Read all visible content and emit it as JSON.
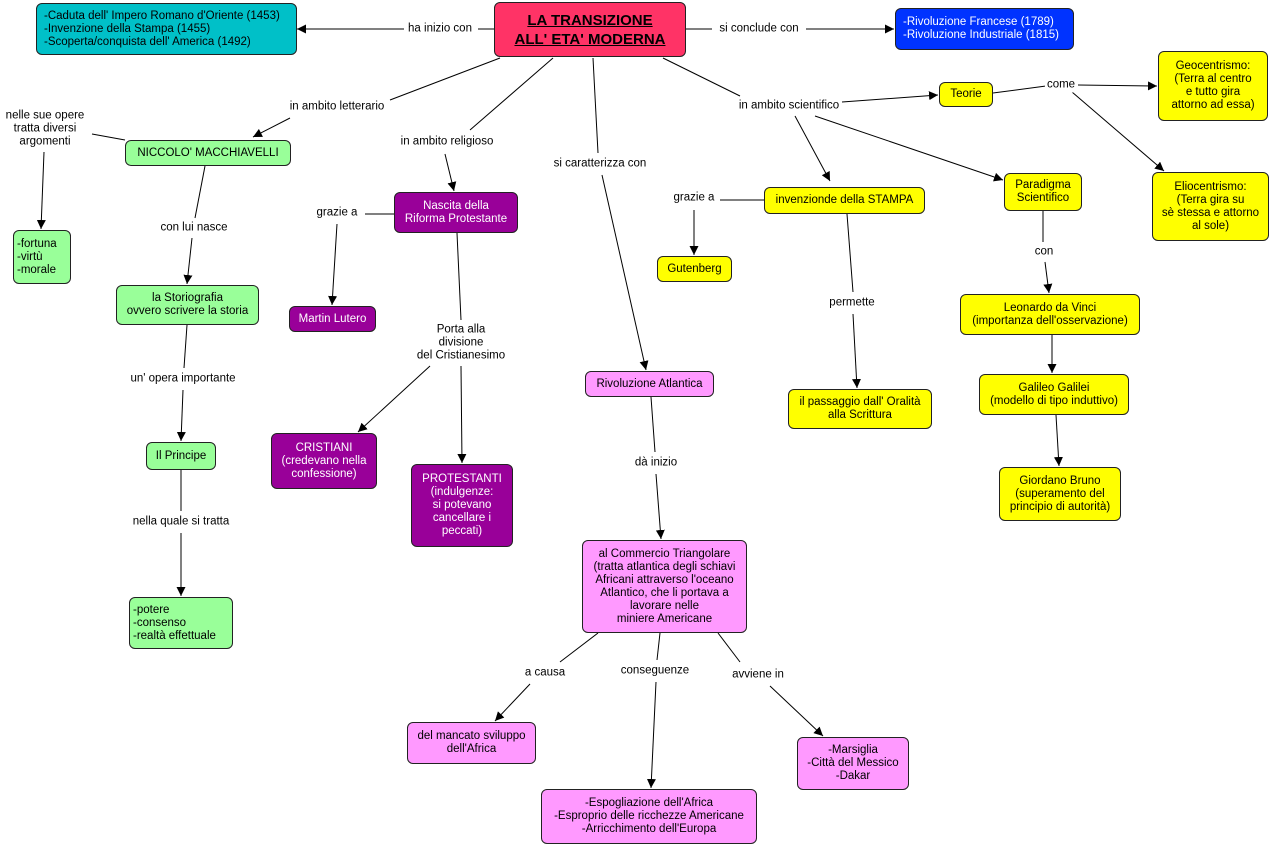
{
  "colors": {
    "title": "#FF3366",
    "teal": "#00C0C8",
    "blue": "#0033FF",
    "green": "#99FF99",
    "purple": "#990099",
    "pink": "#FF99FF",
    "yellow": "#FFFF00"
  },
  "nodes": {
    "title": "LA TRANSIZIONE\nALL' ETA' MODERNA",
    "inizio": "-Caduta dell' Impero Romano d'Oriente (1453)\n-Invenzione della Stampa (1455)\n-Scoperta/conquista dell' America (1492)",
    "fine": "-Rivoluzione Francese (1789)\n-Rivoluzione Industriale (1815)",
    "macchiavelli": "NICCOLO' MACCHIAVELLI",
    "argomenti": "-fortuna\n-virtù\n-morale",
    "storiografia": "la Storiografia\novvero scrivere la storia",
    "principe": "Il Principe",
    "potere": "-potere\n-consenso\n-realtà effettuale",
    "riforma": "Nascita della\nRiforma Protestante",
    "lutero": "Martin Lutero",
    "cristiani": "CRISTIANI\n(credevano nella\nconfessione)",
    "protestanti": "PROTESTANTI\n(indulgenze:\nsi potevano\ncancellare i\npeccati)",
    "atlantica": "Rivoluzione Atlantica",
    "commercio": "al Commercio Triangolare\n(tratta atlantica degli schiavi\nAfricani attraverso l'oceano\nAtlantico, che li portava a\nlavorare nelle\nminiere Americane",
    "africa": "del mancato sviluppo\ndell'Africa",
    "espoliazione": "-Espogliazione dell'Africa\n-Esproprio delle ricchezze Americane\n-Arricchimento dell'Europa",
    "marsiglia": "-Marsiglia\n-Città del Messico\n-Dakar",
    "gutenberg": "Gutenberg",
    "stampa": "invenzionde della STAMPA",
    "oralita": "il passaggio dall' Oralità\nalla Scrittura",
    "teorie": "Teorie",
    "geocentrismo": "Geocentrismo:\n(Terra al centro\ne tutto gira\nattorno ad essa)",
    "eliocentrismo": "Eliocentrismo:\n(Terra gira su\nsè stessa e attorno\nal sole)",
    "paradigma": "Paradigma\nScientifico",
    "leonardo": "Leonardo da Vinci\n(importanza dell'osservazione)",
    "galileo": "Galileo Galilei\n(modello di tipo induttivo)",
    "bruno": "Giordano Bruno\n(superamento del\nprincipio di autorità)"
  },
  "links": {
    "ha_inizio": "ha inizio con",
    "si_conclude": "si conclude con",
    "letterario": "in ambito letterario",
    "religioso": "in ambito religioso",
    "caratterizza": "si caratterizza con",
    "scientifico": "in ambito scientifico",
    "opere": "nelle sue opere\ntratta diversi\nargomenti",
    "nasce": "con lui nasce",
    "opera": "un' opera importante",
    "nella_quale": "nella quale si tratta",
    "grazie_lutero": "grazie a",
    "porta": "Porta alla\ndivisione\ndel Cristianesimo",
    "da_inizio": "dà inizio",
    "causa": "a causa",
    "conseguenze": "conseguenze",
    "avviene": "avviene in",
    "grazie_gutenberg": "grazie a",
    "permette": "permette",
    "come": "come",
    "con": "con"
  }
}
